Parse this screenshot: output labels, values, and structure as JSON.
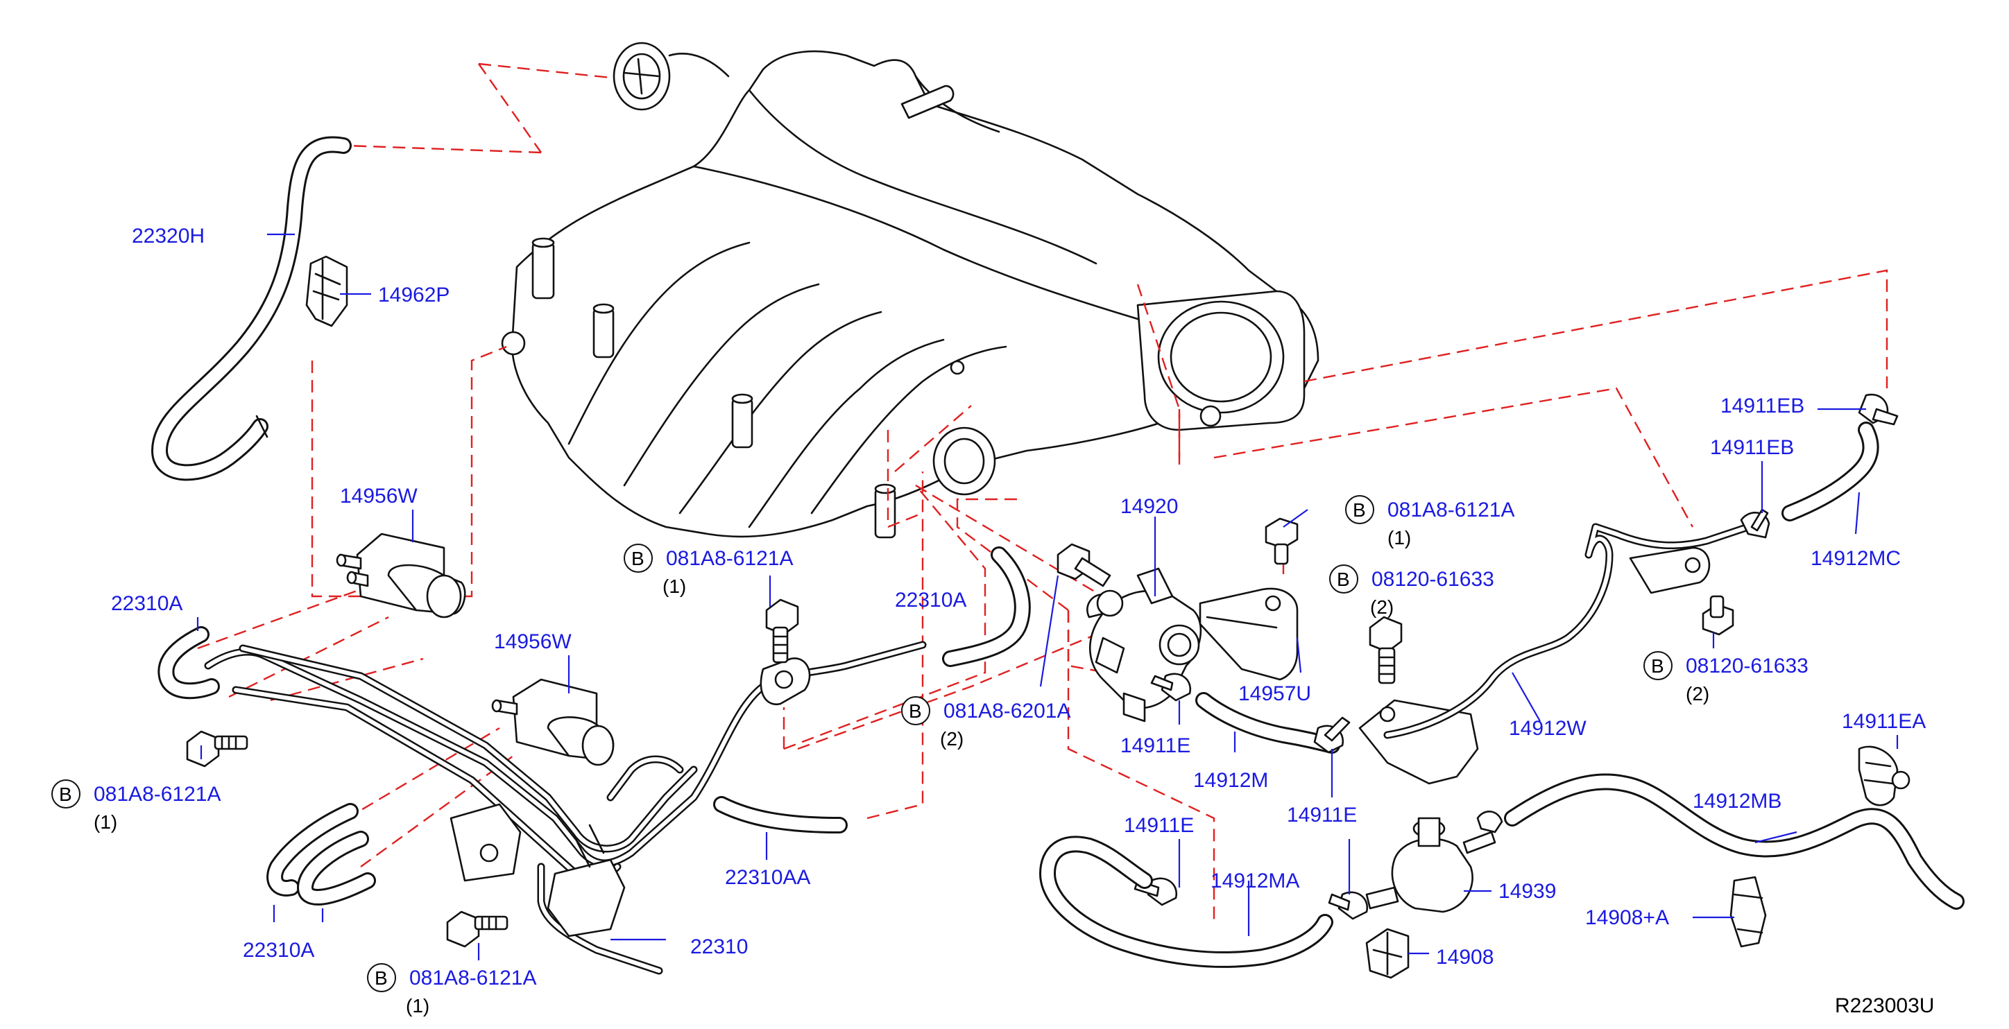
{
  "labels": {
    "l22320H": "22320H",
    "l14962P": "14962P",
    "l14956W_a": "14956W",
    "l22310A_a": "22310A",
    "l14956W_b": "14956W",
    "l081_a": "081A8-6121A",
    "l22310A_b": "22310A",
    "l081_b": "081A8-6121A",
    "l22310": "22310",
    "l081_c": "081A8-6121A",
    "l22310A_c": "22310A",
    "l22310AA": "22310AA",
    "l14920": "14920",
    "l081_d": "081A8-6121A",
    "l08120_a": "08120-61633",
    "l081_e": "081A8-6201A",
    "l14957U": "14957U",
    "l14911E_a": "14911E",
    "l14912M": "14912M",
    "l14911E_b": "14911E",
    "l14911E_c": "14911E",
    "l14912MA": "14912MA",
    "l14939": "14939",
    "l14908": "14908",
    "l14912W": "14912W",
    "l14911EB_a": "14911EB",
    "l14911EB_b": "14911EB",
    "l14912MC": "14912MC",
    "l08120_b": "08120-61633",
    "l14911EA": "14911EA",
    "l14912MB": "14912MB",
    "l14908A": "14908+A"
  },
  "qty": {
    "q081_a": "(1)",
    "q081_b": "(1)",
    "q081_c": "(1)",
    "q081_d": "(1)",
    "q08120_a": "(2)",
    "q081_e": "(2)",
    "q08120_b": "(2)"
  },
  "b_mark": "B",
  "reference": "R223003U",
  "colors": {
    "label": "#1a1ae0",
    "dash": "#e02020",
    "line": "#111111"
  }
}
